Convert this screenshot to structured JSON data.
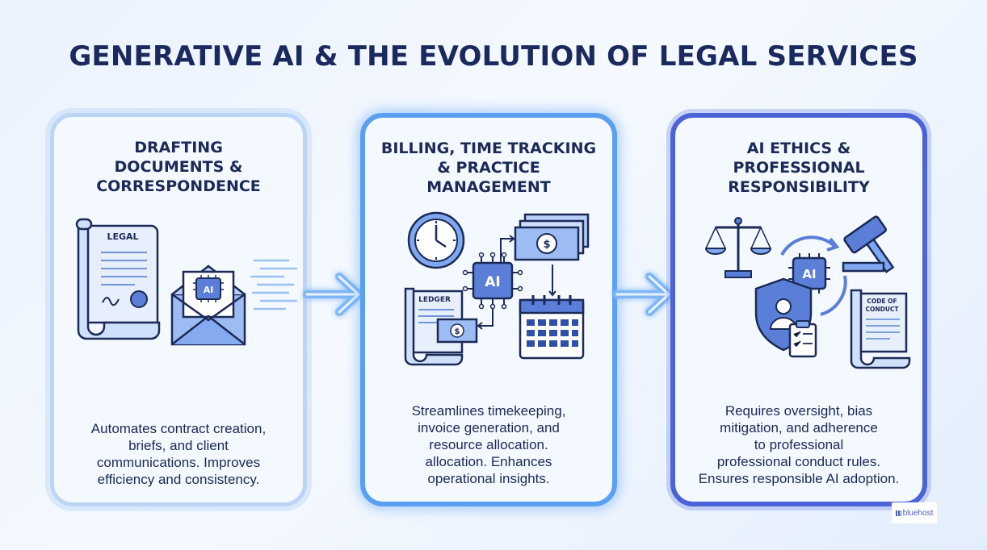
{
  "title": "GENERATIVE AI & THE EVOLUTION OF LEGAL SERVICES",
  "cards": [
    {
      "title_lines": [
        "DRAFTING",
        "DOCUMENTS &",
        "CORRESPONDENCE"
      ],
      "desc_lines": [
        "Automates contract creation,",
        "briefs, and client",
        "communications. Improves",
        "efficiency and consistency."
      ],
      "icons": [
        "legal-document-icon",
        "envelope-ai-icon",
        "data-stream-icon"
      ],
      "labels": {
        "document": "LEGAL",
        "chip": "AI"
      }
    },
    {
      "title_lines": [
        "BILLING, TIME TRACKING",
        "& PRACTICE",
        "MANAGEMENT"
      ],
      "desc_lines": [
        "Streamlines timekeeping,",
        "invoice generation, and",
        "resource allocation.",
        "allocation. Enhances",
        "operational insights."
      ],
      "icons": [
        "clock-icon",
        "cash-icon",
        "ai-chip-icon",
        "ledger-icon",
        "calendar-icon"
      ],
      "labels": {
        "ledger": "LEDGER",
        "chip": "AI"
      }
    },
    {
      "title_lines": [
        "AI ETHICS &",
        "PROFESSIONAL",
        "RESPONSIBILITY"
      ],
      "desc_lines": [
        "Requires oversight, bias",
        "mitigation, and adherence",
        "to professional",
        "professional conduct rules.",
        "Ensures responsible AI adoption."
      ],
      "icons": [
        "scales-icon",
        "gavel-icon",
        "ai-chip-icon",
        "shield-user-icon",
        "code-of-conduct-icon"
      ],
      "labels": {
        "code_line1": "CODE OF",
        "code_line2": "CONDUCT",
        "chip": "AI"
      }
    }
  ],
  "brand": "bluehost",
  "colors": {
    "navy": "#1b2a56",
    "accent_blue": "#5aa0f2",
    "indigo": "#4c63d8",
    "icon_fill": "#7fa8f0"
  }
}
